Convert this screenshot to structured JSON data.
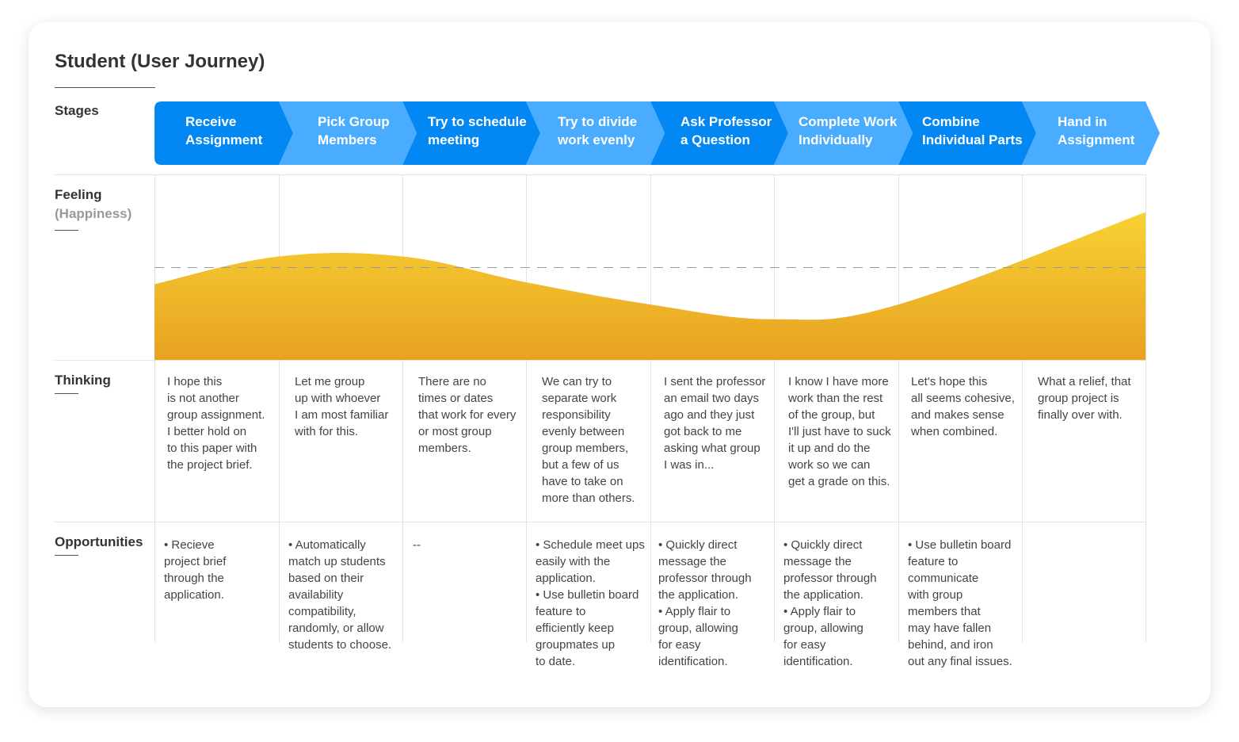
{
  "title": "Student (User Journey)",
  "rows": {
    "stages": "Stages",
    "feeling": "Feeling",
    "feeling_sub": "(Happiness)",
    "thinking": "Thinking",
    "opportunities": "Opportunities"
  },
  "colors": {
    "stage_dark": "#0388f3",
    "stage_light": "#4aacff",
    "curve_top": "#f8d234",
    "curve_bottom": "#e8a121"
  },
  "stages": [
    "Receive\nAssignment",
    "Pick Group\nMembers",
    "Try to schedule\nmeeting",
    "Try to divide\nwork evenly",
    "Ask Professor\na Question",
    "Complete Work\nIndividually",
    "Combine\nIndividual Parts",
    "Hand in\nAssignment"
  ],
  "feeling": {
    "scale": "happiness, 0 = lowest, 1 = highest (dashed line = neutral)",
    "neutral": 0.5,
    "levels": [
      0.41,
      0.56,
      0.56,
      0.42,
      0.3,
      0.22,
      0.3,
      0.8
    ]
  },
  "thinking": [
    "I hope this\nis not another\ngroup assignment.\nI better hold on\nto this paper with\nthe project brief.",
    "Let me group\nup with whoever\nI am most familiar\nwith for this.",
    "There are no\ntimes or dates\nthat work for every\nor most group\nmembers.",
    "We can try to\nseparate work\nresponsibility\nevenly between\ngroup members,\nbut a few of us\nhave to take on\nmore than others.",
    "I sent the professor\nan email two days\nago and they just\ngot back to me\nasking what group\nI was in...",
    "I know I have more\nwork than the rest\nof the group, but\nI'll just have to suck\nit up and do the\nwork so we can\nget a grade on this.",
    "Let's hope this\nall seems cohesive,\nand makes sense\nwhen combined.",
    "What a relief, that\ngroup project is\nfinally over with."
  ],
  "opportunities": [
    [
      "• Recieve\n   project brief\n   through the\n   application."
    ],
    [
      "• Automatically\n   match up students\n   based on their\n   availability\n   compatibility,\n    randomly, or allow\n    students to choose."
    ],
    [
      "--"
    ],
    [
      "• Schedule meet ups\n   easily with the\n   application.",
      "•  Use bulletin board\n   feature to\n   efficiently keep\n   groupmates up\n   to date."
    ],
    [
      "• Quickly direct\n   message the\n   professor through\n   the application.",
      "•  Apply flair to\n   group, allowing\n   for easy\n   identification."
    ],
    [
      "• Quickly direct\n   message the\n   professor through\n   the application.",
      "•  Apply flair to\n   group, allowing\n   for easy\n   identification."
    ],
    [
      "• Use bulletin board\n   feature to\n   communicate\n   with group\n   members that\n   may have fallen\n   behind, and iron\n   out any final issues."
    ],
    []
  ]
}
